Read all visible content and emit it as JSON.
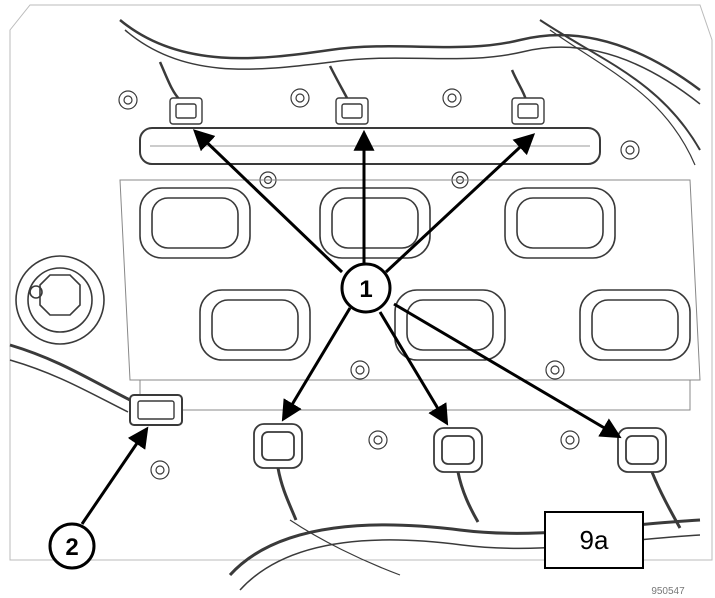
{
  "diagram": {
    "callouts": [
      {
        "label": "1"
      },
      {
        "label": "2"
      }
    ],
    "reference_box": {
      "label": "9a"
    },
    "part_code": "950547",
    "colors": {
      "line_art": "#3a3a3a",
      "arrow": "#000000",
      "background": "#ffffff"
    }
  }
}
